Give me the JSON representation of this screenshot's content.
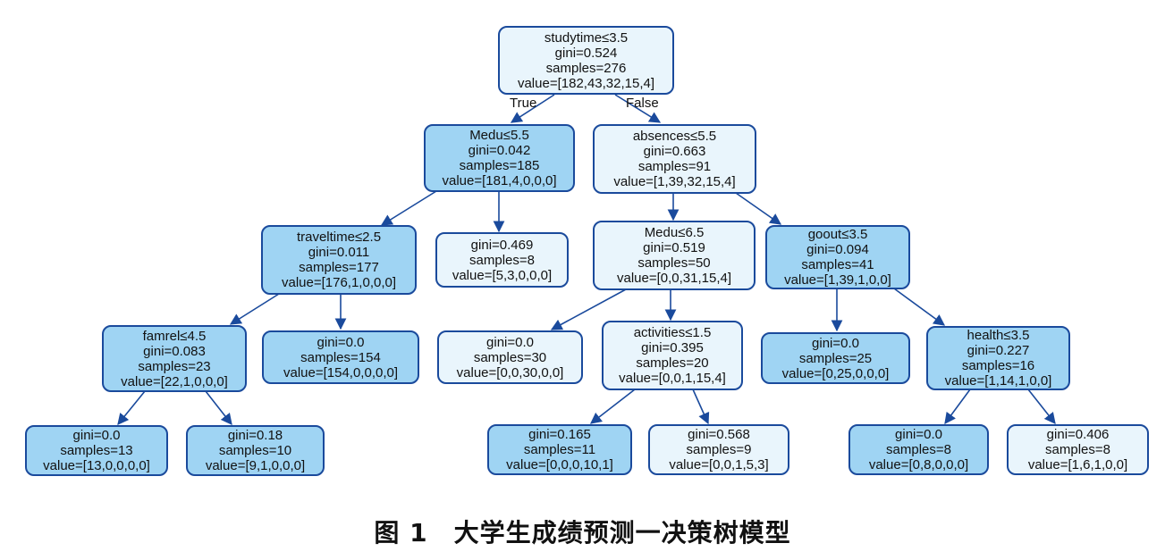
{
  "nodes": {
    "root": {
      "l1": "studytime≤3.5",
      "l2": "gini=0.524",
      "l3": "samples=276",
      "l4": "value=[182,43,32,15,4]"
    },
    "n1": {
      "l1": "Medu≤5.5",
      "l2": "gini=0.042",
      "l3": "samples=185",
      "l4": "value=[181,4,0,0,0]"
    },
    "n2": {
      "l1": "absences≤5.5",
      "l2": "gini=0.663",
      "l3": "samples=91",
      "l4": "value=[1,39,32,15,4]"
    },
    "n3": {
      "l1": "traveltime≤2.5",
      "l2": "gini=0.011",
      "l3": "samples=177",
      "l4": "value=[176,1,0,0,0]"
    },
    "n4": {
      "l1": "gini=0.469",
      "l2": "samples=8",
      "l3": "value=[5,3,0,0,0]"
    },
    "n5": {
      "l1": "Medu≤6.5",
      "l2": "gini=0.519",
      "l3": "samples=50",
      "l4": "value=[0,0,31,15,4]"
    },
    "n6": {
      "l1": "goout≤3.5",
      "l2": "gini=0.094",
      "l3": "samples=41",
      "l4": "value=[1,39,1,0,0]"
    },
    "n7": {
      "l1": "famrel≤4.5",
      "l2": "gini=0.083",
      "l3": "samples=23",
      "l4": "value=[22,1,0,0,0]"
    },
    "n8": {
      "l1": "gini=0.0",
      "l2": "samples=154",
      "l3": "value=[154,0,0,0,0]"
    },
    "n9": {
      "l1": "gini=0.0",
      "l2": "samples=30",
      "l3": "value=[0,0,30,0,0]"
    },
    "n10": {
      "l1": "activities≤1.5",
      "l2": "gini=0.395",
      "l3": "samples=20",
      "l4": "value=[0,0,1,15,4]"
    },
    "n11": {
      "l1": "gini=0.0",
      "l2": "samples=25",
      "l3": "value=[0,25,0,0,0]"
    },
    "n12": {
      "l1": "health≤3.5",
      "l2": "gini=0.227",
      "l3": "samples=16",
      "l4": "value=[1,14,1,0,0]"
    },
    "n13": {
      "l1": "gini=0.0",
      "l2": "samples=13",
      "l3": "value=[13,0,0,0,0]"
    },
    "n14": {
      "l1": "gini=0.18",
      "l2": "samples=10",
      "l3": "value=[9,1,0,0,0]"
    },
    "n15": {
      "l1": "gini=0.165",
      "l2": "samples=11",
      "l3": "value=[0,0,0,10,1]"
    },
    "n16": {
      "l1": "gini=0.568",
      "l2": "samples=9",
      "l3": "value=[0,0,1,5,3]"
    },
    "n17": {
      "l1": "gini=0.0",
      "l2": "samples=8",
      "l3": "value=[0,8,0,0,0]"
    },
    "n18": {
      "l1": "gini=0.406",
      "l2": "samples=8",
      "l3": "value=[1,6,1,0,0]"
    }
  },
  "branch_labels": {
    "true": "True",
    "false": "False"
  },
  "caption": "图 1　大学生成绩预测一决策树模型",
  "colors": {
    "dark_fill": "#9fd4f3",
    "mid_fill": "#b7def6",
    "light_fill": "#e9f5fc",
    "border": "#1a4a9c",
    "edge": "#1a4a9c"
  }
}
